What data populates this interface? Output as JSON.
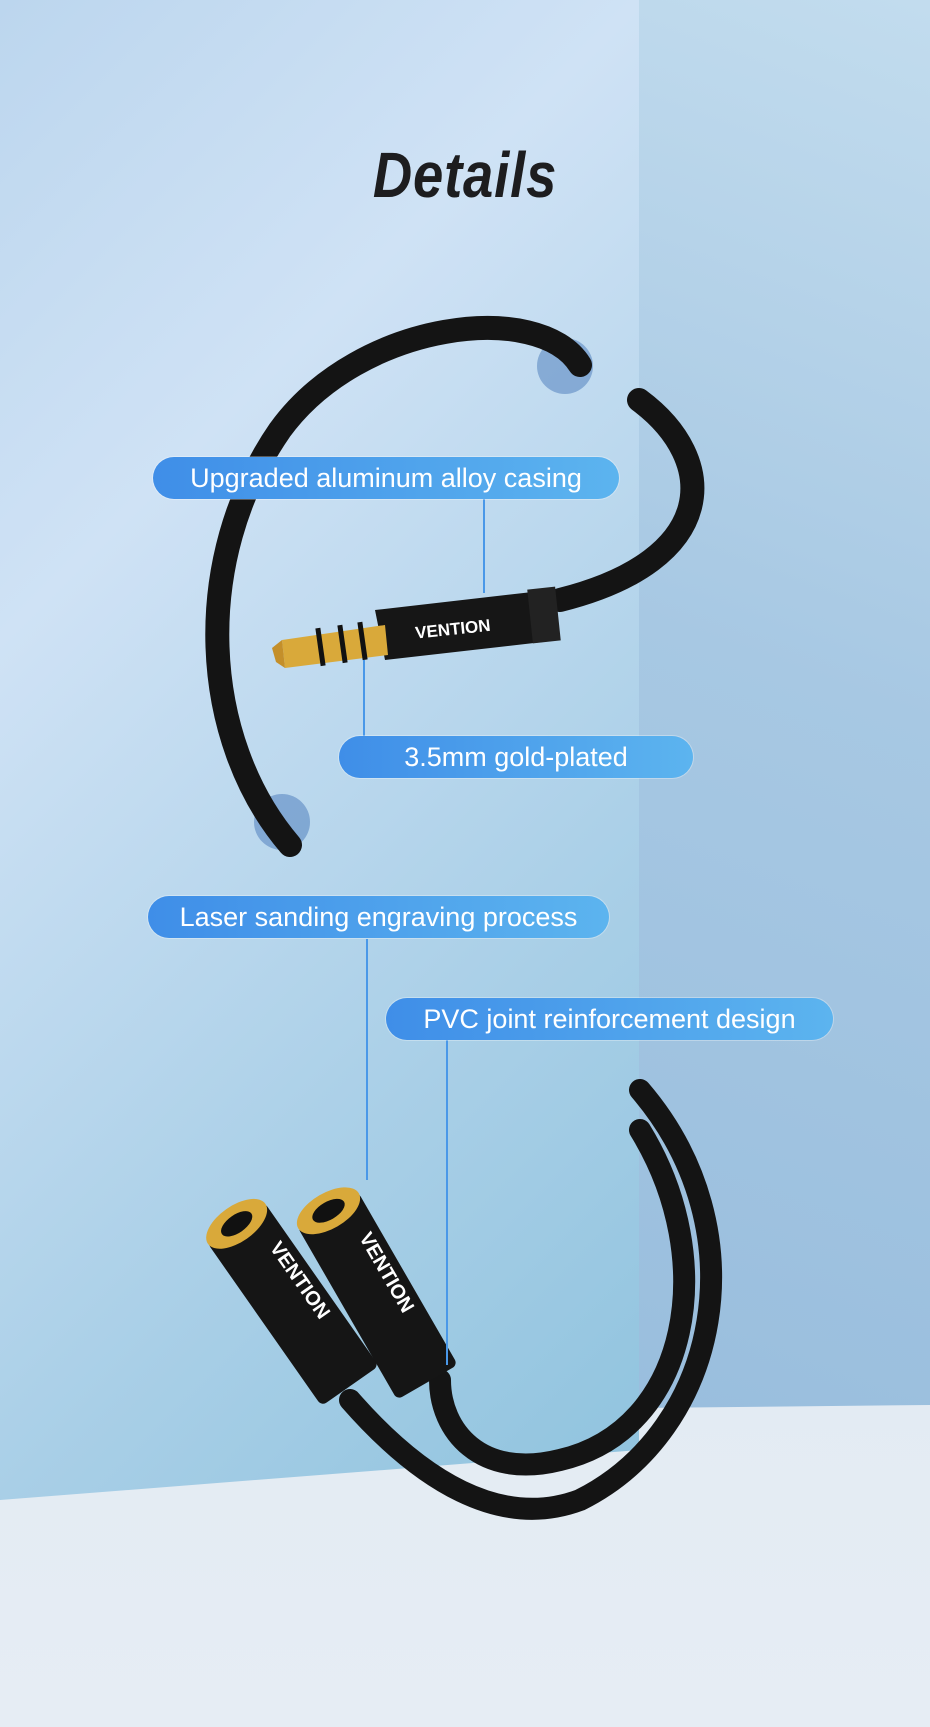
{
  "title": "Details",
  "brand": "VENTION",
  "labels": [
    "Upgraded aluminum alloy casing",
    "3.5mm gold-plated",
    "Laser sanding engraving process",
    "PVC joint reinforcement design"
  ],
  "colors": {
    "label": "#4a98e8",
    "title": "#1d1d1f",
    "cable": "#141414",
    "gold": "#d9a93a"
  }
}
